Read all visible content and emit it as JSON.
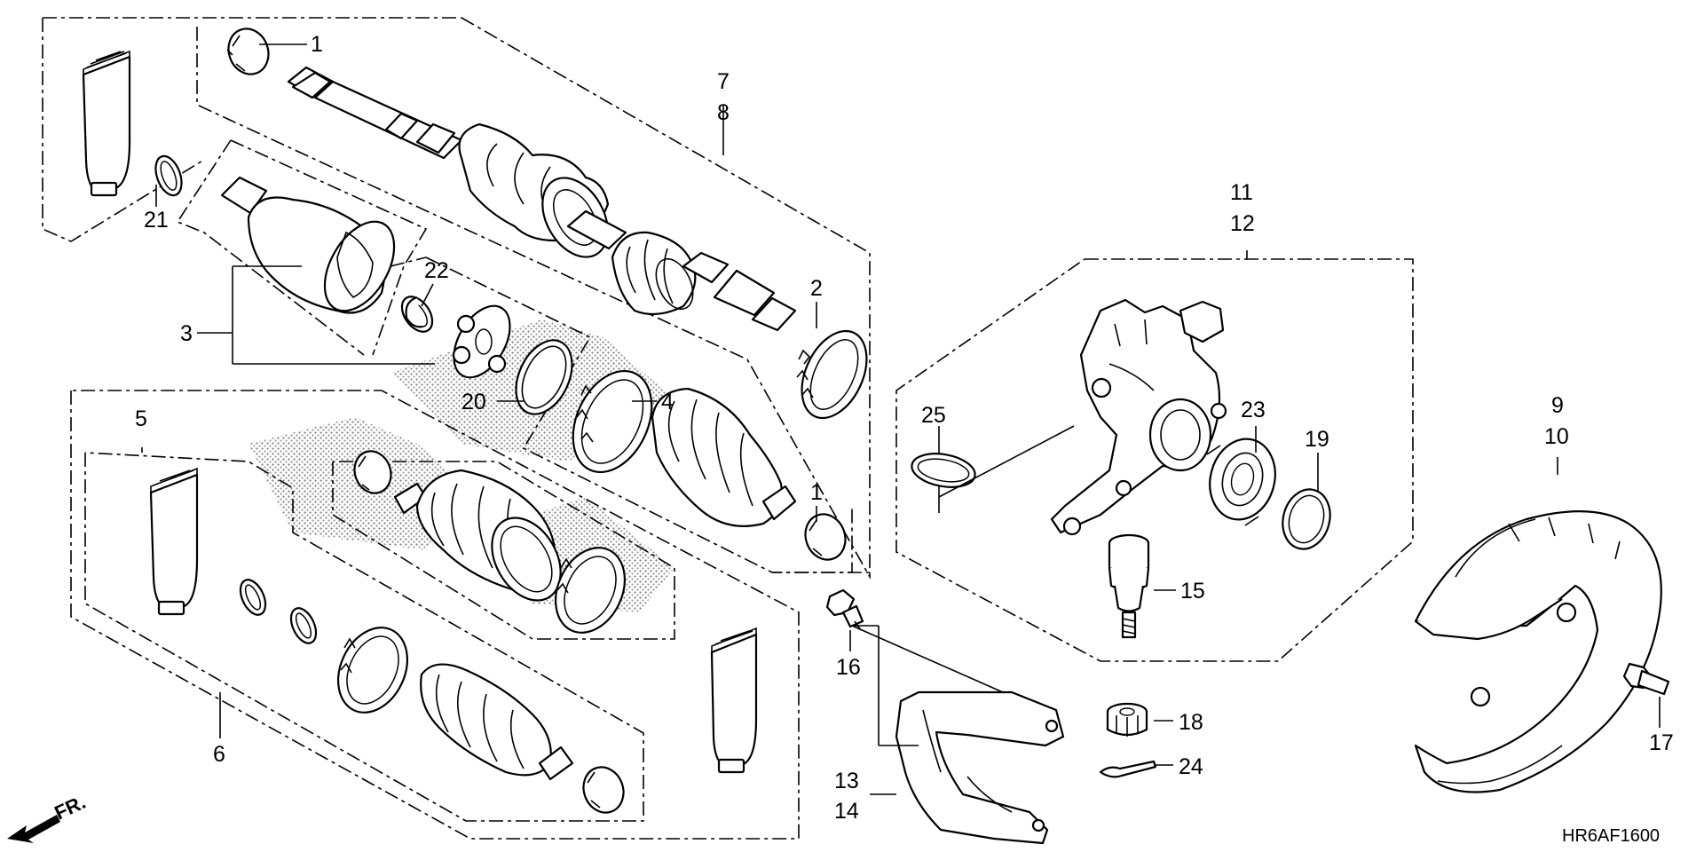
{
  "diagram": {
    "code": "HR6AF1600",
    "direction_label": "FR."
  },
  "callouts": {
    "c1a": "1",
    "c1b": "1",
    "c2": "2",
    "c3": "3",
    "c4": "4",
    "c5": "5",
    "c6": "6",
    "c7": "7",
    "c8": "8",
    "c9": "9",
    "c10": "10",
    "c11": "11",
    "c12": "12",
    "c13": "13",
    "c14": "14",
    "c15": "15",
    "c16": "16",
    "c17": "17",
    "c18": "18",
    "c19": "19",
    "c20": "20",
    "c21": "21",
    "c22": "22",
    "c23": "23",
    "c24": "24",
    "c25": "25"
  }
}
